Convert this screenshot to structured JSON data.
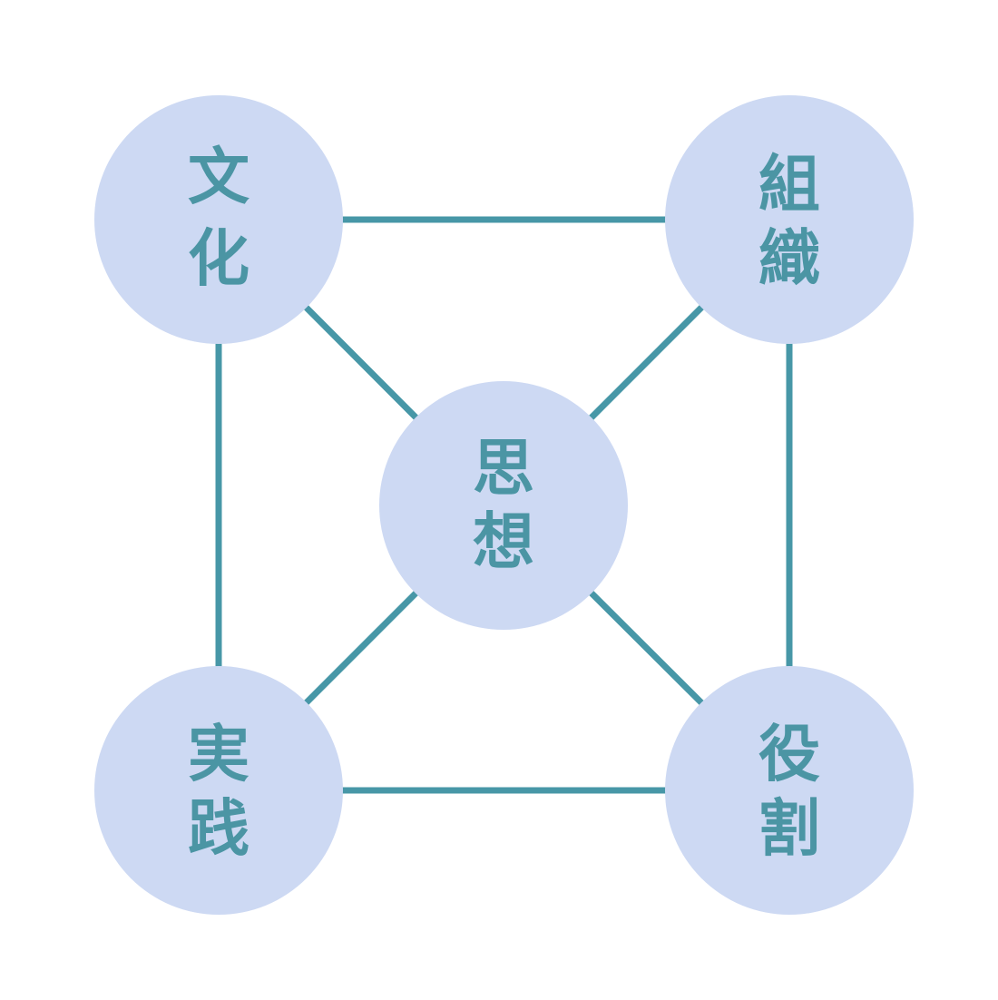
{
  "colors": {
    "node_fill": "#cdd9f3",
    "edge_stroke": "#4797a7",
    "label_color": "#4b95a4",
    "background": "#ffffff"
  },
  "nodes": [
    {
      "id": "culture",
      "label_lines": [
        "文",
        "化"
      ]
    },
    {
      "id": "organization",
      "label_lines": [
        "組",
        "織"
      ]
    },
    {
      "id": "thought",
      "label_lines": [
        "思",
        "想"
      ]
    },
    {
      "id": "practice",
      "label_lines": [
        "実",
        "践"
      ]
    },
    {
      "id": "role",
      "label_lines": [
        "役",
        "割"
      ]
    }
  ],
  "edges": [
    {
      "from": "culture",
      "to": "organization"
    },
    {
      "from": "culture",
      "to": "practice"
    },
    {
      "from": "organization",
      "to": "role"
    },
    {
      "from": "practice",
      "to": "role"
    },
    {
      "from": "culture",
      "to": "thought"
    },
    {
      "from": "organization",
      "to": "thought"
    },
    {
      "from": "practice",
      "to": "thought"
    },
    {
      "from": "role",
      "to": "thought"
    }
  ]
}
